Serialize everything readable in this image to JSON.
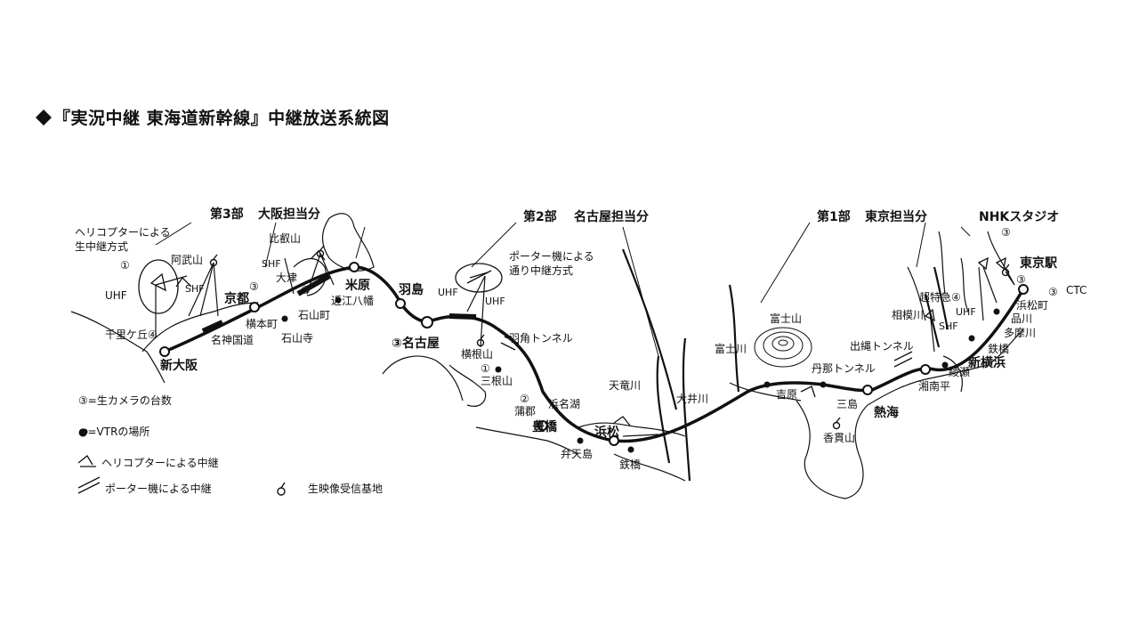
{
  "title": "『実況中継 東海道新幹線』中継放送系統図",
  "sections": {
    "part3": "第3部",
    "osaka": "大阪担当分",
    "part2": "第2部",
    "nagoya": "名古屋担当分",
    "part1": "第1部",
    "tokyo": "東京担当分",
    "nhk": "NHKスタジオ",
    "nhk_cams": "③"
  },
  "notes": {
    "heli_live_1": "ヘリコプターによる",
    "heli_live_2": "生中継方式",
    "porter_1": "ポーター機による",
    "porter_2": "通り中継方式"
  },
  "stations": {
    "shin_osaka": "新大阪",
    "kyoto": "京都",
    "maibara": "米原",
    "hashima": "羽島",
    "nagoya": "③名古屋",
    "toyohashi": "豊橋",
    "hamamatsu": "浜松",
    "atami": "熱海",
    "shin_yokohama": "新横浜",
    "tokyo_eki": "東京駅"
  },
  "places": {
    "abuzan": "阿武山",
    "hieizan": "比叡山",
    "otsu": "大津",
    "omi_hachiman": "近江八幡",
    "ishiyama_cho": "石山町",
    "ishiyama_dera": "石山寺",
    "yokomoto": "横本町",
    "meishin": "名神国道",
    "senri": "千里ケ丘④",
    "hazumi": "羽角トンネル",
    "yokone": "横根山",
    "mine_circled": "①",
    "sanne": "三根山",
    "kamagori_cams": "②",
    "kamagori": "蒲郡",
    "hamanako": "浜名湖",
    "bentenjima": "弁天島",
    "tekkyo1": "鉄橋",
    "tenryu": "天竜川",
    "oi": "大井川",
    "fuji_mt": "富士山",
    "fuji_river": "富士川",
    "yoshiwara": "吉原",
    "tanna": "丹那トンネル",
    "mishima": "三島",
    "kozan": "香貫山",
    "izuna": "出縄トンネル",
    "shonan": "湘南平",
    "ayase": "綾瀬",
    "sagami": "相模川",
    "tokkyu": "超特急④",
    "tekkyo2": "鉄橋",
    "tama": "多摩川",
    "shinagawa": "品川",
    "hamamatsucho": "浜松町",
    "ctc": "CTC"
  },
  "signals": {
    "uhf": "UHF",
    "shf": "SHF"
  },
  "legend": {
    "cam": "③=生カメラの台数",
    "vtr": "●=VTRの場所",
    "heli": "ヘリコプターによる中継",
    "porter": "ポーター機による中継",
    "base": "生映像受信基地"
  },
  "counts": {
    "c1": "①",
    "c3a": "③",
    "c4a": "④",
    "c3b": "③",
    "c3c": "③"
  }
}
